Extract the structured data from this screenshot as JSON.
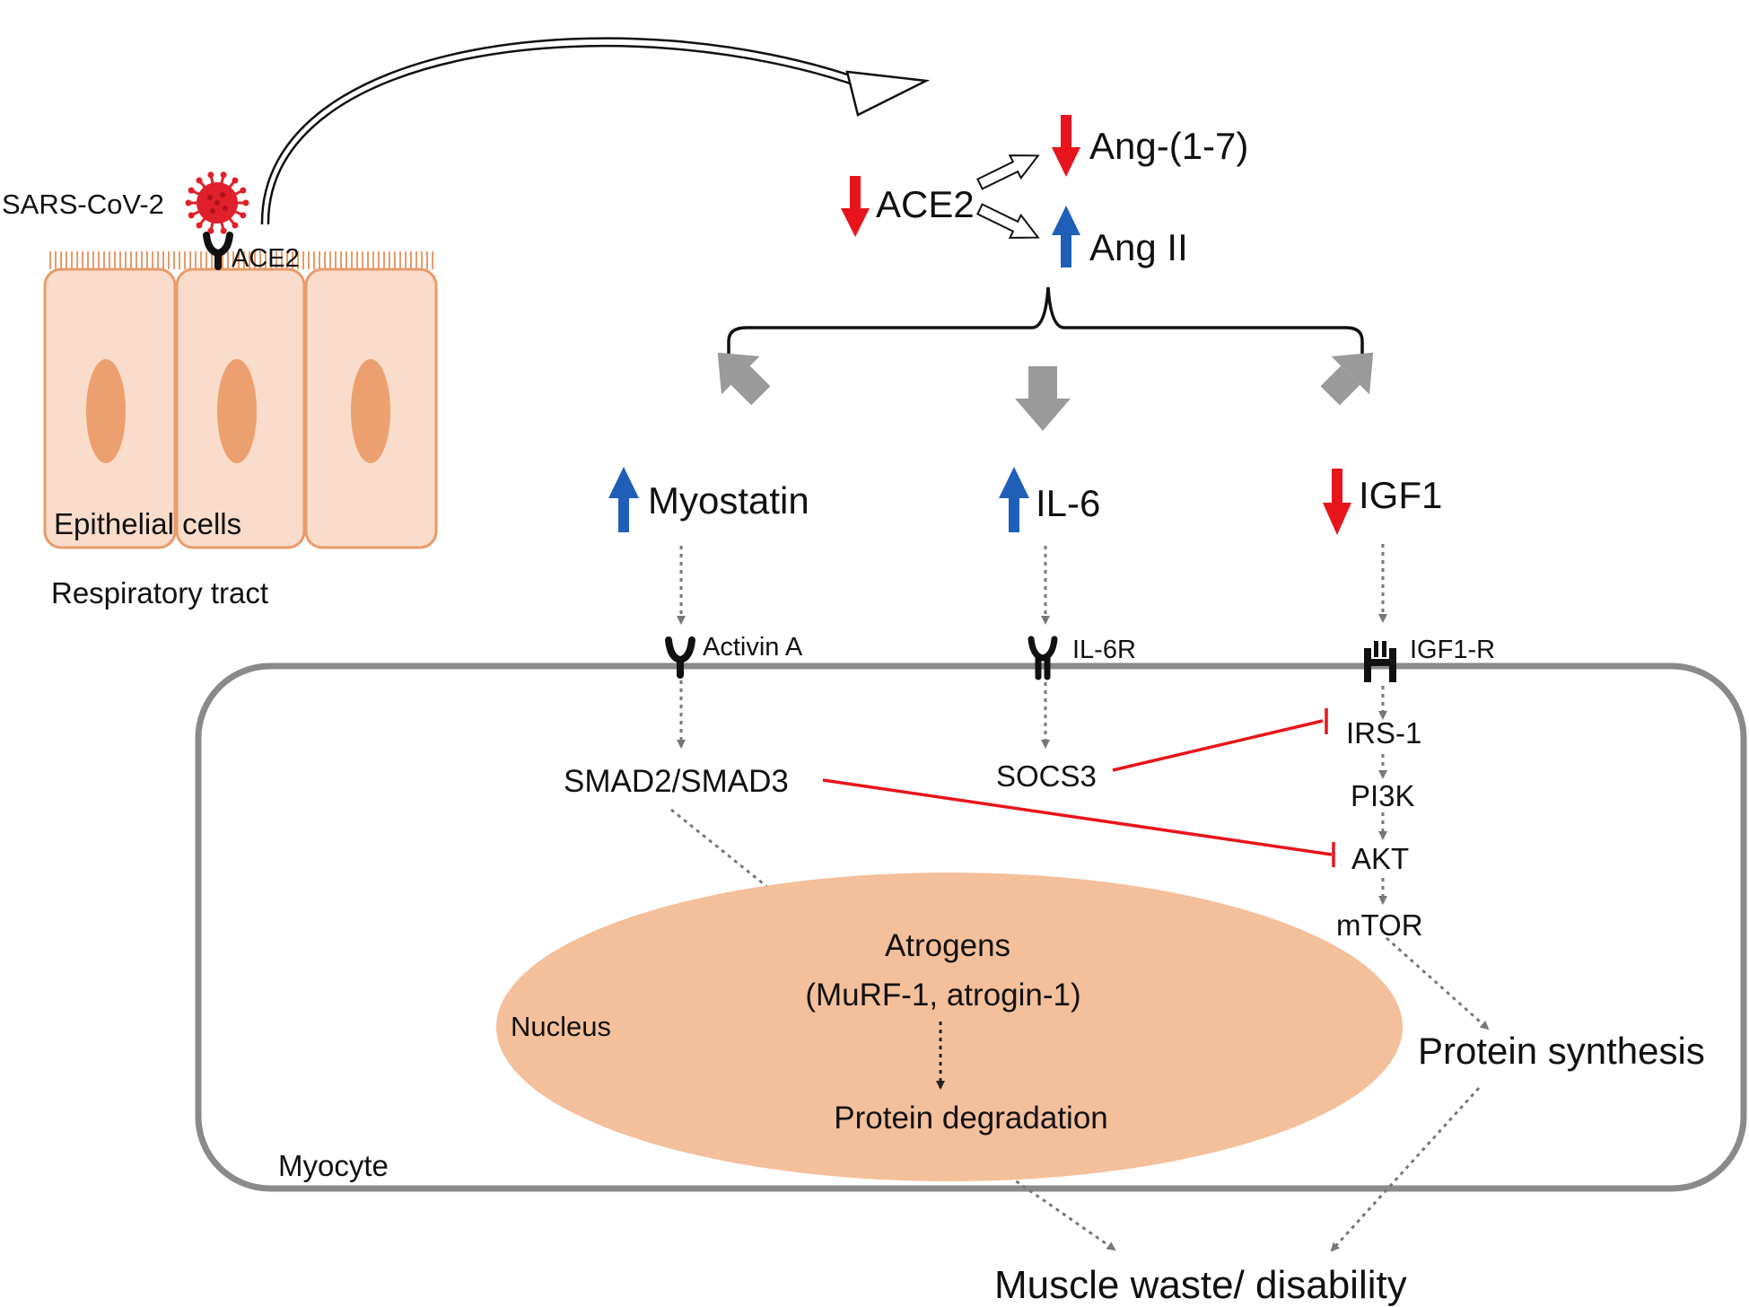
{
  "labels": {
    "sars_cov_2": "SARS-CoV-2",
    "ace2_receptor": "ACE2",
    "epithelial_cells": "Epithelial cells",
    "respiratory_tract": "Respiratory tract",
    "ace2": "ACE2",
    "ang_1_7": "Ang-(1-7)",
    "ang_ii": "Ang II",
    "myostatin": "Myostatin",
    "il6": "IL-6",
    "igf1": "IGF1",
    "activin_a": "Activin A",
    "il6r": "IL-6R",
    "igf1r": "IGF1-R",
    "smad": "SMAD2/SMAD3",
    "socs3": "SOCS3",
    "irs1": "IRS-1",
    "pi3k": "PI3K",
    "akt": "AKT",
    "mtor": "mTOR",
    "atrogens": "Atrogens",
    "atrogens_detail": "(MuRF-1, atrogin-1)",
    "nucleus": "Nucleus",
    "protein_degradation": "Protein degradation",
    "protein_synthesis": "Protein synthesis",
    "myocyte": "Myocyte",
    "outcome": "Muscle waste/ disability"
  },
  "colors": {
    "increase": "#1f5fb8",
    "decrease": "#e8141c",
    "inhibition": "#e8141c",
    "cell_fill": "#f9dcc9",
    "cell_border": "#e89b6c",
    "cell_nucleus": "#eda06f",
    "myocyte_border": "#8a8a8a",
    "nucleus_fill": "#f4bf9b",
    "grey_arrow": "#9a9a9a",
    "virus": "#e0202a"
  }
}
